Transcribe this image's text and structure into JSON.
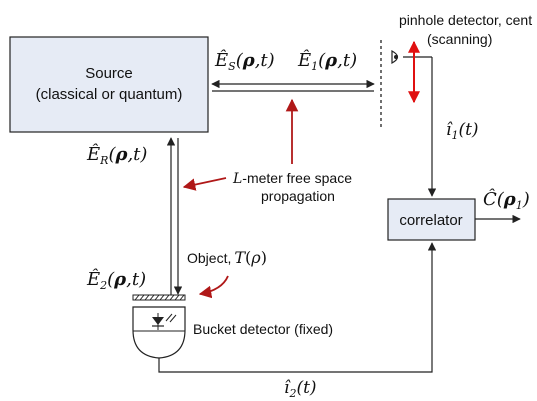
{
  "source_box": {
    "line1": "Source",
    "line2": "(classical or quantum)"
  },
  "correlator_box": {
    "label": "correlator"
  },
  "pinhole": {
    "line1": "pinhole detector, cent",
    "line2": "(scanning)"
  },
  "propagation": {
    "line1_suffix": "-meter free space",
    "line1_var": "L",
    "line2": "propagation"
  },
  "object": {
    "label": "Object,",
    "symbol": "T(ρ)"
  },
  "bucket": {
    "label": "Bucket detector (fixed)"
  },
  "fields": {
    "es": "Ê_S(ρ,t)",
    "e1": "Ê_1(ρ,t)",
    "er": "Ê_R(ρ,t)",
    "e2": "Ê_2(ρ,t)"
  },
  "currents": {
    "i1": "î_1(t)",
    "i2": "î_2(t)"
  },
  "output": {
    "c": "Ĉ(ρ_1)"
  },
  "colors": {
    "box_fill": "#e6ebf5",
    "line": "#222222",
    "red_arrow": "#b01818",
    "scan_arrow": "#e01010"
  }
}
